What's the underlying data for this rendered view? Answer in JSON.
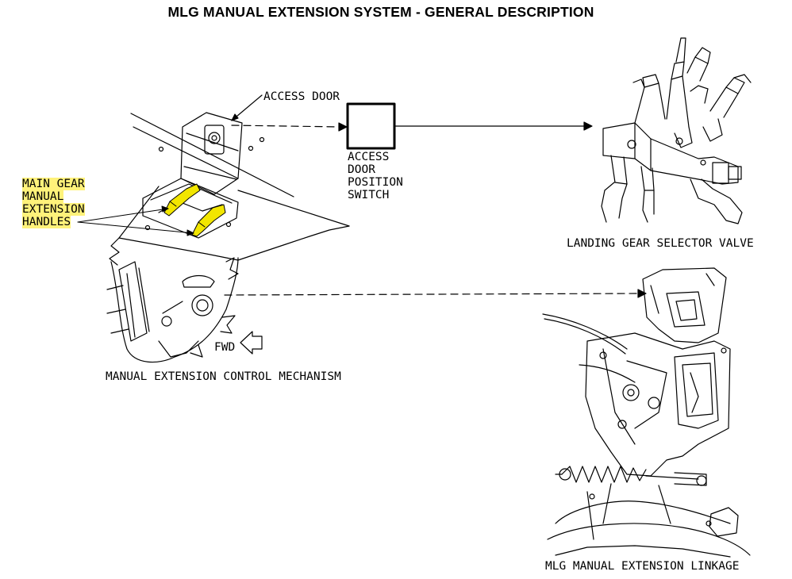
{
  "title": "MLG MANUAL EXTENSION SYSTEM - GENERAL DESCRIPTION",
  "labels": {
    "access_door": "ACCESS DOOR",
    "switch_lines": [
      "ACCESS",
      "DOOR",
      "POSITION",
      "SWITCH"
    ],
    "handles_lines": [
      "MAIN GEAR",
      "MANUAL",
      "EXTENSION",
      "HANDLES"
    ],
    "fwd": "FWD",
    "control_mechanism": "MANUAL EXTENSION CONTROL MECHANISM",
    "selector_valve": "LANDING GEAR SELECTOR VALVE",
    "linkage": "MLG MANUAL EXTENSION LINKAGE"
  },
  "colors": {
    "ink": "#000000",
    "highlight": "#f2e600",
    "label_highlight": "#fff27a"
  }
}
